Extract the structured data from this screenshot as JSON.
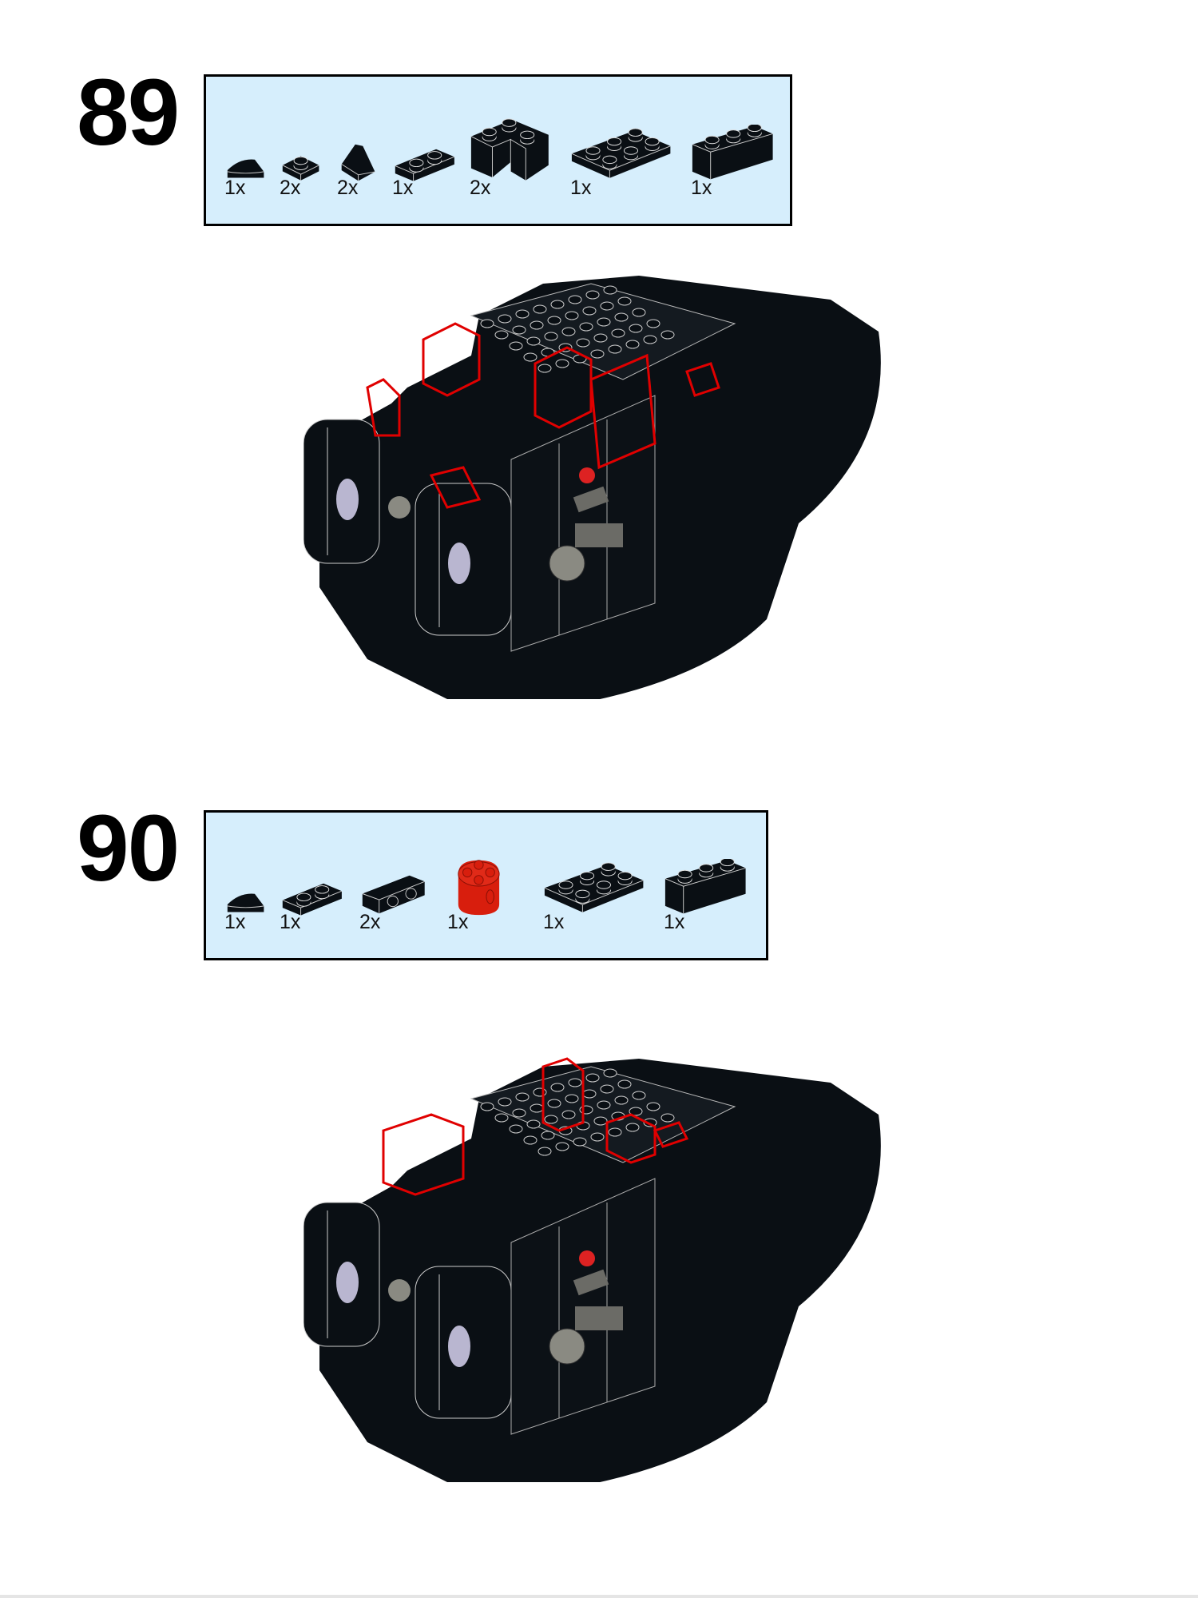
{
  "steps": [
    {
      "number": "89",
      "parts": [
        {
          "shape": "round-tile-quarter",
          "color": "#0a0f14",
          "qty": "1x"
        },
        {
          "shape": "plate-1x1",
          "color": "#0a0f14",
          "qty": "2x"
        },
        {
          "shape": "slope-1x1",
          "color": "#0a0f14",
          "qty": "2x"
        },
        {
          "shape": "plate-1x2",
          "color": "#0a0f14",
          "qty": "1x"
        },
        {
          "shape": "brick-corner",
          "color": "#0a0f14",
          "qty": "2x"
        },
        {
          "shape": "plate-2x3",
          "color": "#0a0f14",
          "qty": "1x"
        },
        {
          "shape": "brick-1x3",
          "color": "#0a0f14",
          "qty": "1x"
        }
      ]
    },
    {
      "number": "90",
      "parts": [
        {
          "shape": "round-tile-quarter",
          "color": "#0a0f14",
          "qty": "1x"
        },
        {
          "shape": "plate-1x2",
          "color": "#0a0f14",
          "qty": "1x"
        },
        {
          "shape": "bracket-1x2",
          "color": "#0a0f14",
          "qty": "2x"
        },
        {
          "shape": "round-brick-2x2",
          "color": "#d81e0d",
          "qty": "1x"
        },
        {
          "shape": "plate-2x3",
          "color": "#0a0f14",
          "qty": "1x"
        },
        {
          "shape": "brick-1x3",
          "color": "#0a0f14",
          "qty": "1x"
        }
      ]
    }
  ],
  "colors": {
    "callout_bg": "#d6eefc",
    "highlight": "#e00000",
    "brick": "#0a0f14",
    "gray": "#6b6b66"
  }
}
